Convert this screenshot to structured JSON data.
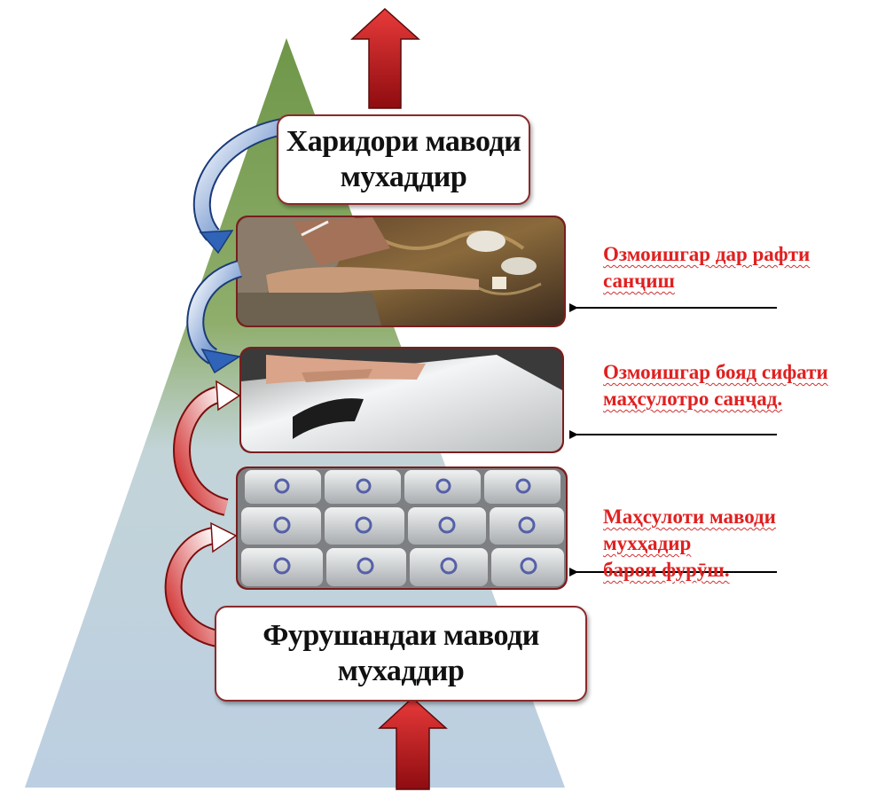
{
  "diagram": {
    "top_box": "Харидори маводи\nмухаддир",
    "bottom_box": "Фурушандаи маводи\nмухаддир",
    "captions": [
      "Озмоишгар дар рафти\nсанҷиш",
      "Озмоишгар бояд сифати\nмаҳсулотро санҷад.",
      "Маҳсулоти маводи мухҳадир\nбарои фурӯш."
    ]
  },
  "colors": {
    "pyramid_top": "#6e9648",
    "pyramid_bottom": "#cfe0f2",
    "up_arrow": "#c8141c",
    "curved_arrow_blue": "#2f64b8",
    "curved_arrow_red": "#d02828",
    "box_border": "#8b2a2a",
    "caption_text": "#e02020"
  },
  "icons": [
    "up-arrow-icon",
    "curved-arrow-icon",
    "pointer-arrow-icon"
  ]
}
